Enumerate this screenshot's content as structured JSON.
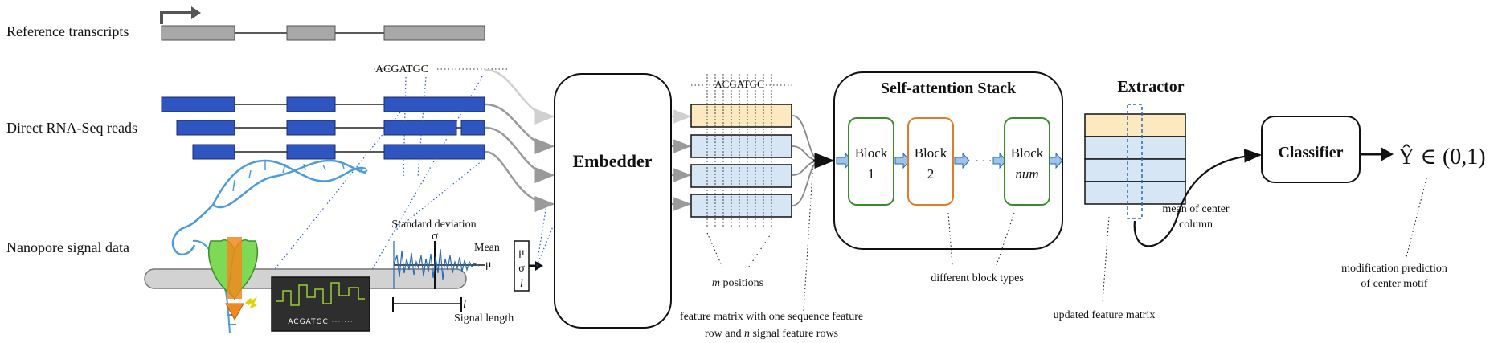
{
  "left_labels": {
    "reference": "Reference transcripts",
    "reads": "Direct RNA-Seq reads",
    "signal": "Nanopore signal data"
  },
  "motif": "ACGATGC",
  "motif_dots": "·······",
  "pore_readout": "ACGATGC ·······",
  "signal_plot": {
    "std_label": "Standard deviation",
    "sigma": "σ",
    "mean_label": "Mean",
    "mu": "μ",
    "length_symbol": "l",
    "length_label": "Signal length"
  },
  "feature_vector": [
    "μ",
    "σ",
    "l"
  ],
  "embedder": {
    "label": "Embedder"
  },
  "feature_matrix": {
    "motif": "ACGATGC",
    "positions_prefix": "m",
    "positions_suffix": " positions",
    "caption_line1": "feature matrix with one sequence feature",
    "caption_line2_prefix": "row and ",
    "caption_line2_var": "n",
    "caption_line2_suffix": " signal feature rows"
  },
  "attention_stack": {
    "title": "Self-attention Stack",
    "blocks": [
      {
        "word": "Block",
        "index": "1",
        "color": "#3a8a2e"
      },
      {
        "word": "Block",
        "index": "2",
        "color": "#e07b28"
      },
      {
        "word": "Block",
        "index": "num",
        "color": "#3a8a2e"
      }
    ],
    "ellipsis": "·  ·  ·",
    "caption": "different block types"
  },
  "extractor": {
    "title": "Extractor",
    "mean_line1": "mean of center",
    "mean_line2": "column",
    "caption": "updated feature matrix"
  },
  "classifier": {
    "label": "Classifier",
    "output": "Ŷ ∈ (0,1)",
    "caption_line1": "modification prediction",
    "caption_line2": "of center motif"
  },
  "colors": {
    "exon_gray": "#a8a8a8",
    "exon_blue": "#2f55c0",
    "seq_row": "#fde9c0",
    "signal_row": "#d7e6f5",
    "helix": "#4a9be0",
    "pore_green": "#7ed957",
    "pore_orange": "#f08a1c",
    "arrow_blue": "#9cc4ea"
  }
}
